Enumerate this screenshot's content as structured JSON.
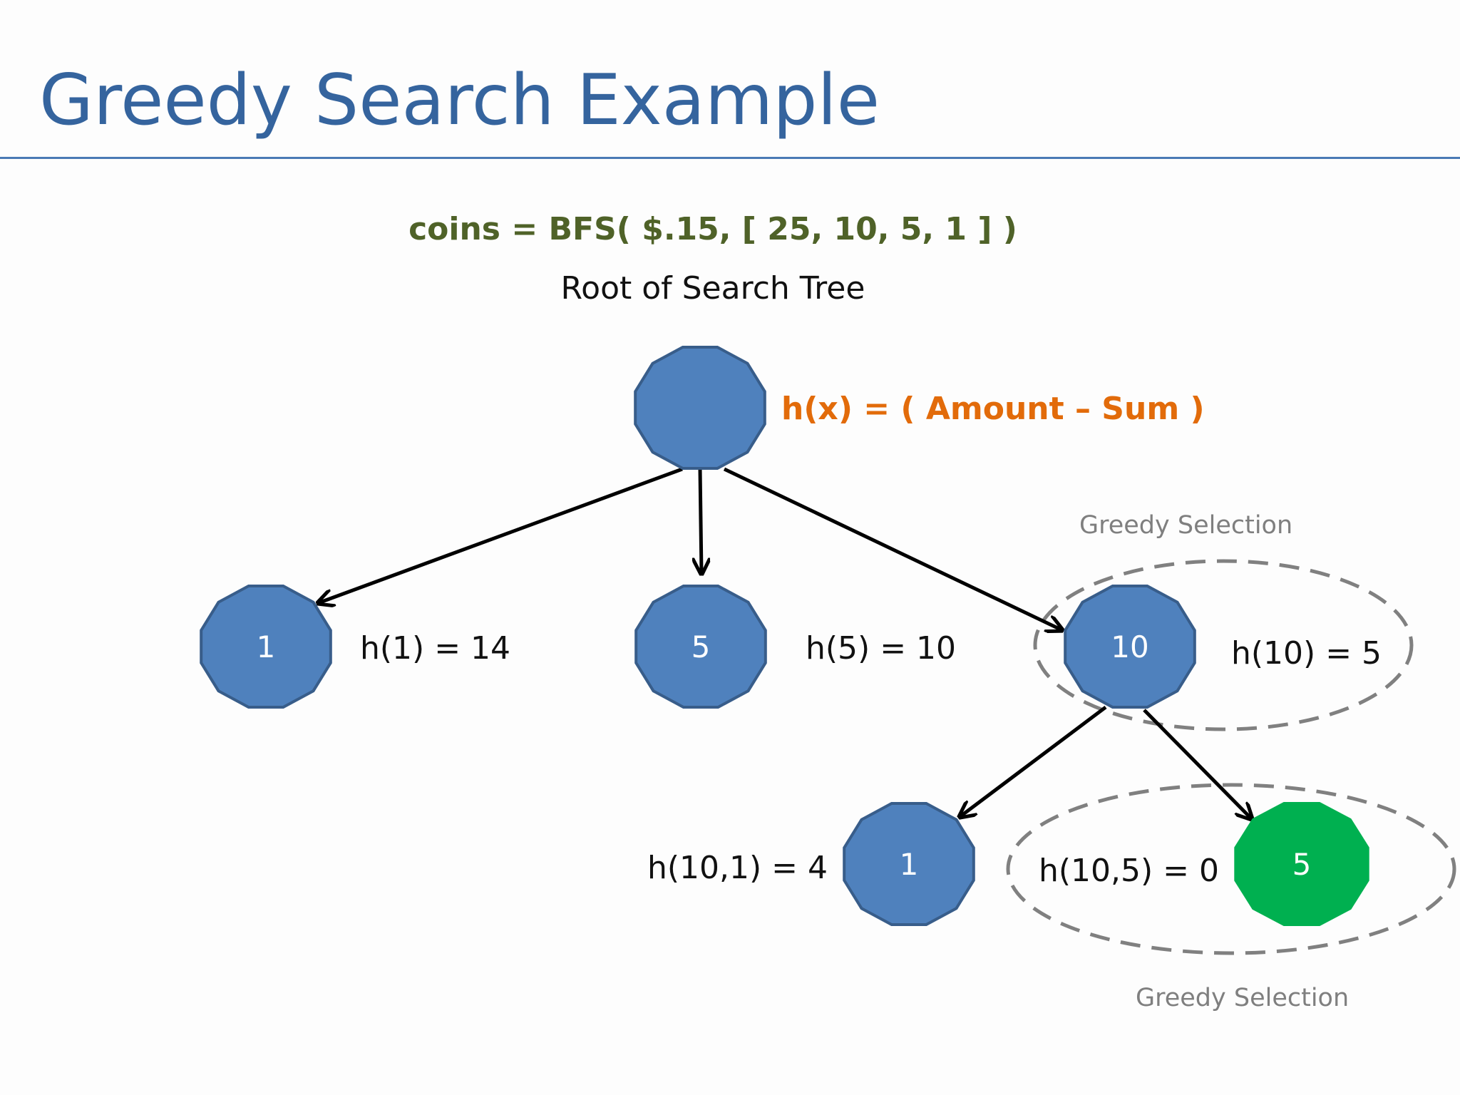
{
  "slide": {
    "title": "Greedy Search Example",
    "code": "coins = BFS( $.15, [ 25, 10, 5, 1 ] )",
    "root_label": "Root of Search Tree",
    "heuristic": "h(x) = ( Amount – Sum )",
    "greedy_label_top": "Greedy Selection",
    "greedy_label_bottom": "Greedy Selection"
  },
  "nodes": {
    "root": {
      "text": ""
    },
    "n1": {
      "text": "1",
      "h": "h(1) = 14"
    },
    "n5": {
      "text": "5",
      "h": "h(5) = 10"
    },
    "n10": {
      "text": "10",
      "h": "h(10) = 5"
    },
    "n10_1": {
      "text": "1",
      "h": "h(10,1) = 4"
    },
    "n10_5": {
      "text": "5",
      "h": "h(10,5) = 0"
    }
  },
  "colors": {
    "title": "#35649e",
    "node_fill": "#4f81bd",
    "node_stroke": "#385d8a",
    "selected_fill": "#00b050",
    "code": "#4f6228",
    "heuristic": "#e26b0a",
    "dashed": "#7f7f7f"
  }
}
